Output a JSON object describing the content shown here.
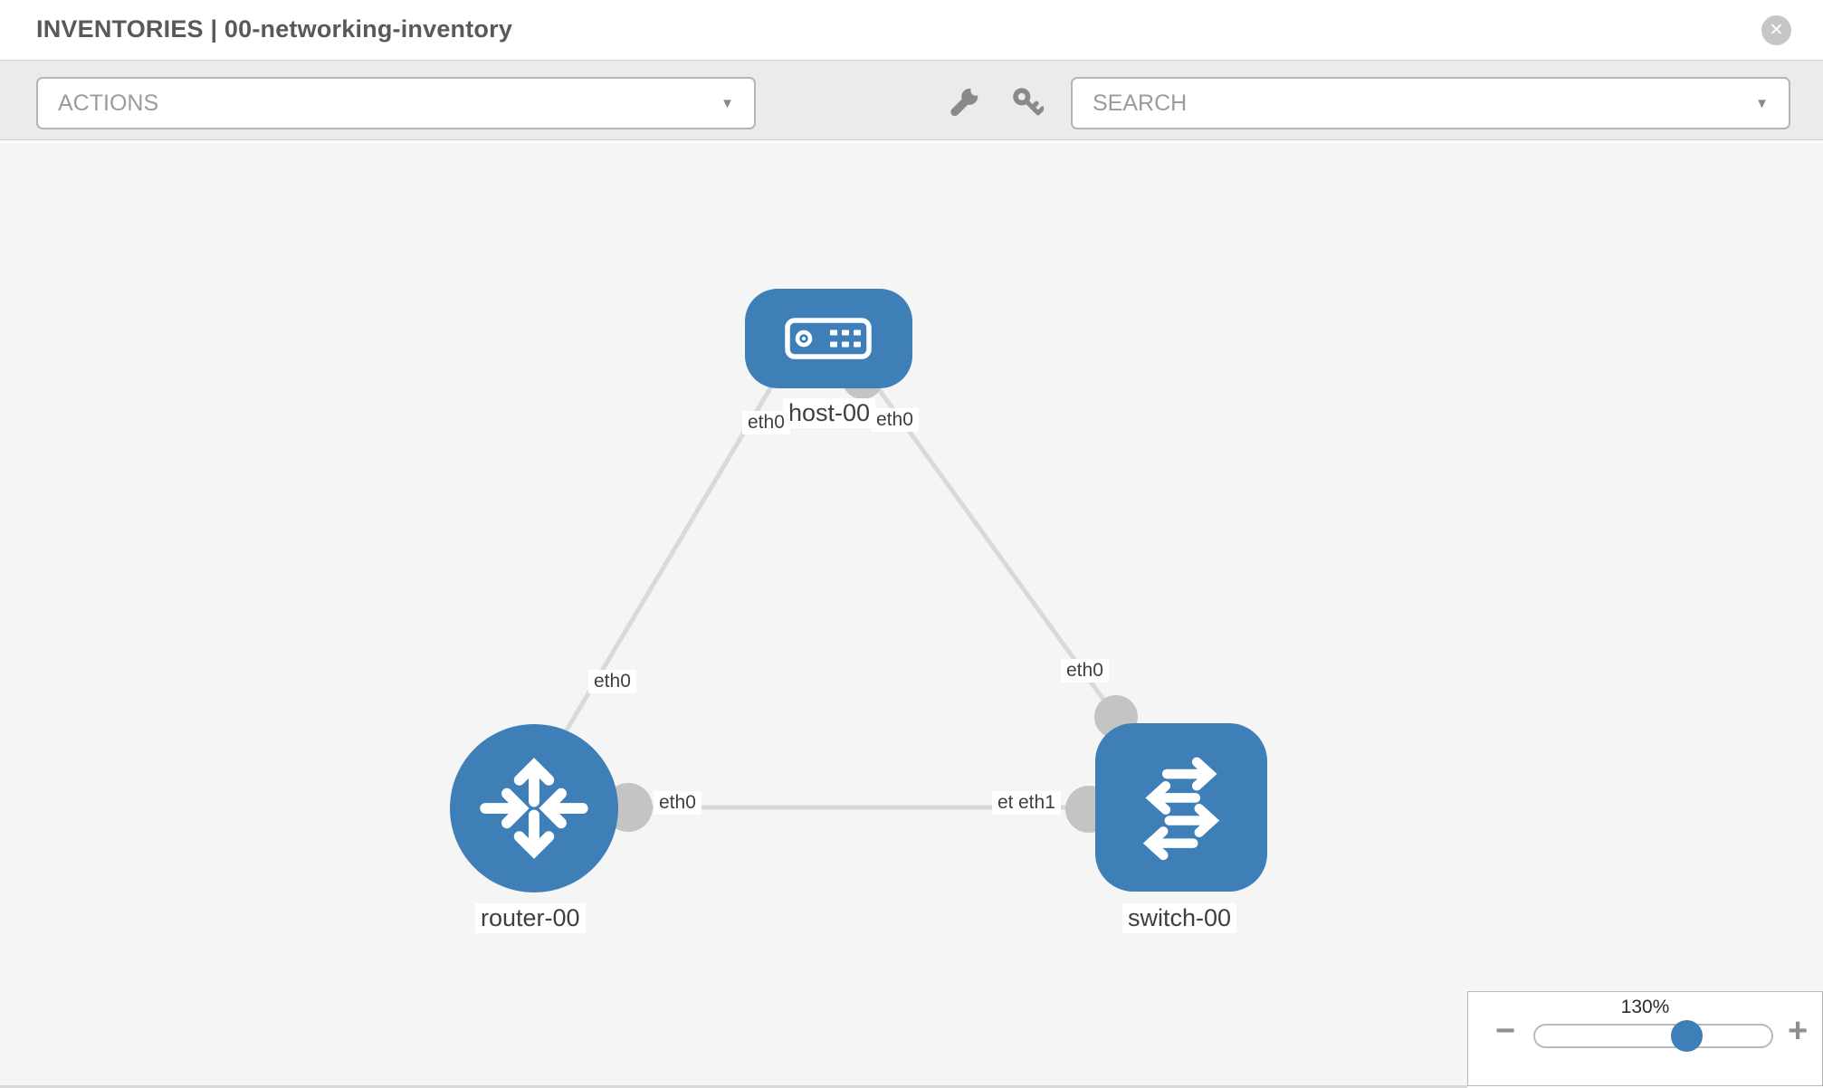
{
  "header": {
    "title": "INVENTORIES | 00-networking-inventory",
    "close_glyph": "✕"
  },
  "toolbar": {
    "actions_label": "ACTIONS",
    "search_placeholder": "SEARCH",
    "caret_glyph": "▼"
  },
  "topology": {
    "nodes": [
      {
        "name": "host-00",
        "type": "host"
      },
      {
        "name": "router-00",
        "type": "router"
      },
      {
        "name": "switch-00",
        "type": "switch"
      }
    ],
    "links": [
      {
        "from": "host-00",
        "from_iface": "eth0",
        "to": "router-00",
        "to_iface": "eth0"
      },
      {
        "from": "host-00",
        "from_iface": "eth0",
        "to": "switch-00",
        "to_iface": "eth0"
      },
      {
        "from": "router-00",
        "from_iface": "eth0",
        "to": "switch-00",
        "to_iface": "eth1",
        "to_iface_overlap": "eth0"
      }
    ]
  },
  "zoom_control": {
    "value": "130%",
    "percent": 65,
    "minus_glyph": "−",
    "plus_glyph": "+"
  },
  "colors": {
    "node_blue": "#3e7fb7",
    "link_gray": "#d9d9d9",
    "connector_gray": "#c4c4c4",
    "canvas_bg": "#f5f5f5"
  }
}
